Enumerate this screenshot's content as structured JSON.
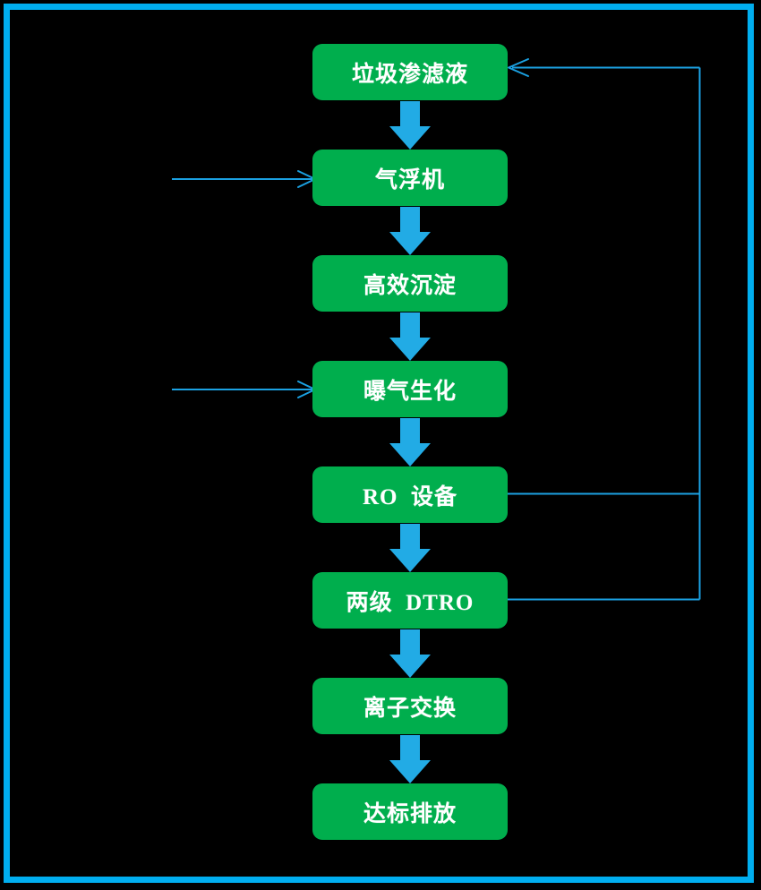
{
  "diagram": {
    "title_present": false,
    "type": "vertical-process-flowchart",
    "colors": {
      "background": "#000000",
      "frame_border": "#00AEEF",
      "node_fill": "#00AE4D",
      "node_text": "#FFFFFF",
      "thick_arrow": "#22ABE5",
      "thin_arrow": "#1BA1E2"
    },
    "nodes": [
      {
        "id": "leachate",
        "label": "垃圾渗滤液"
      },
      {
        "id": "flotation",
        "label": "气浮机"
      },
      {
        "id": "settling",
        "label": "高效沉淀"
      },
      {
        "id": "aeration",
        "label": "曝气生化"
      },
      {
        "id": "ro",
        "label": "RO  设备"
      },
      {
        "id": "dtro",
        "label": "两级  DTRO"
      },
      {
        "id": "ionexchange",
        "label": "离子交换"
      },
      {
        "id": "discharge",
        "label": "达标排放"
      }
    ],
    "main_flow_arrows": [
      {
        "from": "leachate",
        "to": "flotation",
        "style": "thick-down"
      },
      {
        "from": "flotation",
        "to": "settling",
        "style": "thick-down"
      },
      {
        "from": "settling",
        "to": "aeration",
        "style": "thick-down"
      },
      {
        "from": "aeration",
        "to": "ro",
        "style": "thick-down"
      },
      {
        "from": "ro",
        "to": "dtro",
        "style": "thick-down"
      },
      {
        "from": "dtro",
        "to": "ionexchange",
        "style": "thick-down"
      },
      {
        "from": "ionexchange",
        "to": "discharge",
        "style": "thick-down"
      }
    ],
    "input_arrows": [
      {
        "to": "flotation",
        "style": "thin-right"
      },
      {
        "to": "aeration",
        "style": "thin-right"
      }
    ],
    "recycle_arrows": [
      {
        "from": "ro",
        "to": "leachate",
        "style": "thin-orthogonal-return"
      },
      {
        "from": "dtro",
        "to": "leachate",
        "style": "thin-orthogonal-return"
      }
    ]
  }
}
